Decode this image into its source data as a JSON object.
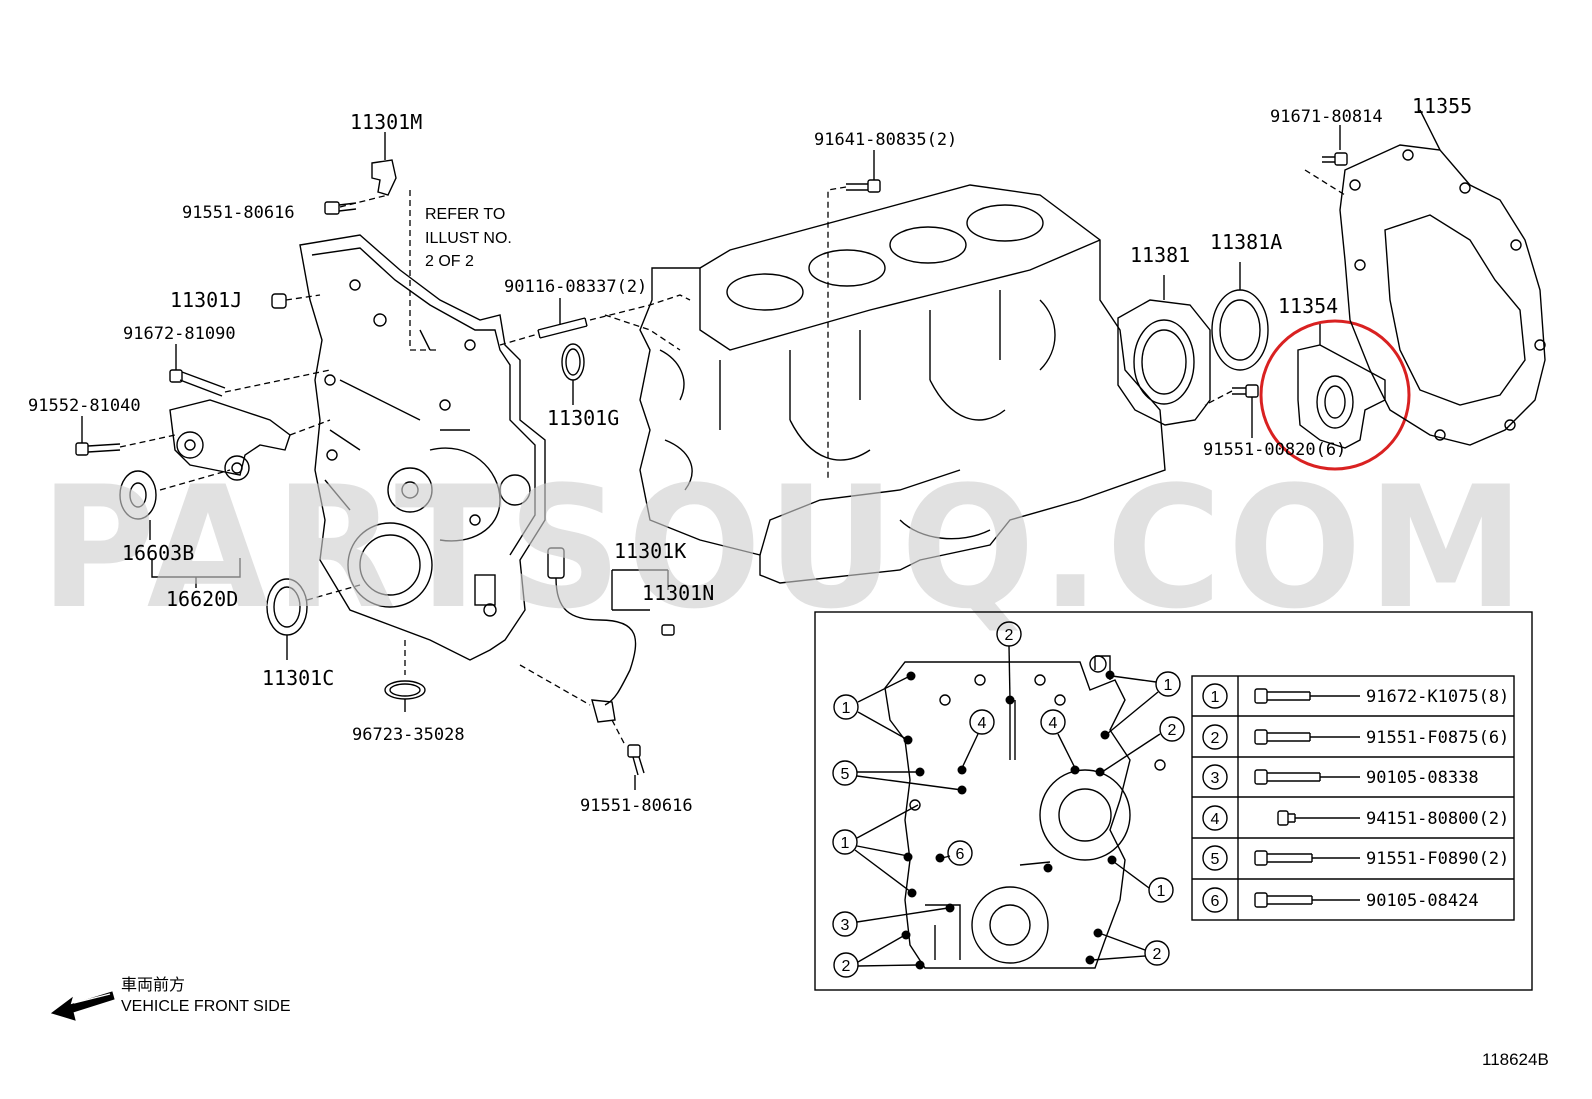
{
  "watermark": "PARTSOUQ.COM",
  "diagram_code": "118624B",
  "refer_note": [
    "REFER TO",
    "ILLUST NO.",
    "2 OF 2"
  ],
  "front": {
    "jp": "車両前方",
    "en": "VEHICLE FRONT SIDE"
  },
  "parts": {
    "p11301M": "11301M",
    "p91551_80616_top": "91551-80616",
    "p11301J": "11301J",
    "p91672_81090": "91672-81090",
    "p91552_81040": "91552-81040",
    "p16603B": "16603B",
    "p16620D": "16620D",
    "p11301C": "11301C",
    "p96723_35028": "96723-35028",
    "p90116_08337": "90116-08337(2)",
    "p11301G": "11301G",
    "p91641_80835": "91641-80835(2)",
    "p11301K": "11301K",
    "p11301N": "11301N",
    "p91551_80616_bot": "91551-80616",
    "p11381": "11381",
    "p11381A": "11381A",
    "p11354": "11354",
    "p91551_00820": "91551-00820(6)",
    "p91671_80814": "91671-80814",
    "p11355": "11355"
  },
  "bolt_table": [
    {
      "num": "1",
      "part": "91672-K1075(8)"
    },
    {
      "num": "2",
      "part": "91551-F0875(6)"
    },
    {
      "num": "3",
      "part": "90105-08338"
    },
    {
      "num": "4",
      "part": "94151-80800(2)"
    },
    {
      "num": "5",
      "part": "91551-F0890(2)"
    },
    {
      "num": "6",
      "part": "90105-08424"
    }
  ],
  "callouts": [
    "1",
    "2",
    "3",
    "4",
    "5",
    "6"
  ]
}
